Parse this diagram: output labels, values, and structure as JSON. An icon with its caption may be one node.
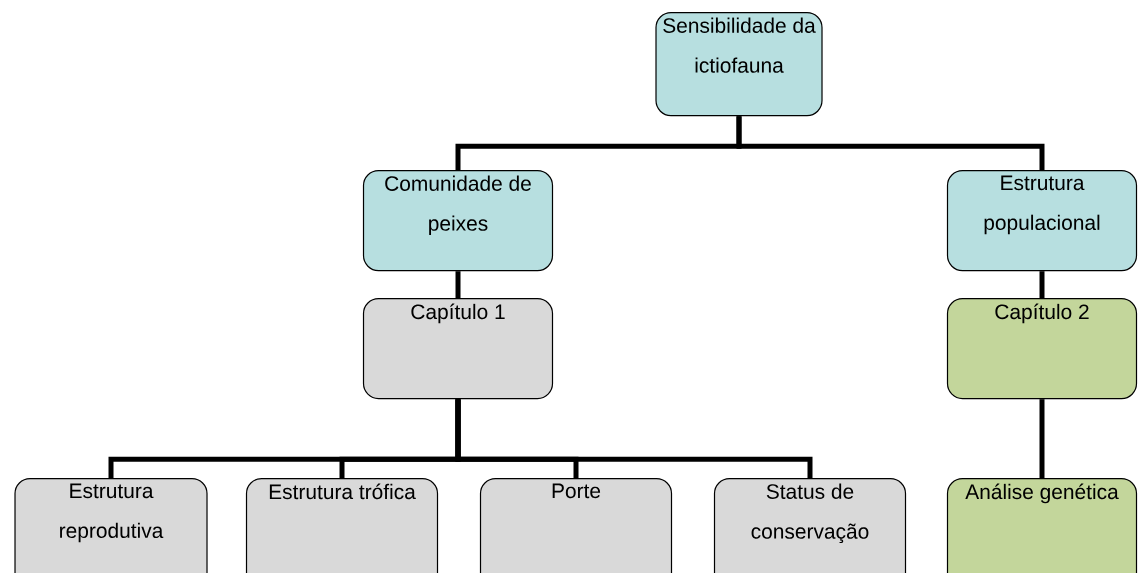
{
  "diagram": {
    "nodes": [
      {
        "text": [
          "Sensibilidade da ictiofauna"
        ]
      },
      {
        "text": [
          "Comunidade de peixes"
        ]
      },
      {
        "text": [
          "Estrutura populacional"
        ]
      },
      {
        "text": [
          "Capítulo 1"
        ]
      },
      {
        "text": [
          "Capítulo 2"
        ]
      },
      {
        "text": [
          "Estrutura reprodutiva"
        ]
      },
      {
        "text": [
          "Estrutura trófica"
        ]
      },
      {
        "text": [
          "Porte"
        ]
      },
      {
        "text": [
          "Status de conservação"
        ]
      },
      {
        "text": [
          "Análise genética"
        ]
      }
    ],
    "edges": [
      {
        "from": 0,
        "to": 1,
        "arrow": "none"
      },
      {
        "from": 0,
        "to": 2,
        "arrow": "none"
      },
      {
        "from": 1,
        "to": 3,
        "arrow": "none"
      },
      {
        "from": 2,
        "to": 4,
        "arrow": "none"
      },
      {
        "from": 3,
        "to": 5,
        "arrow": "none"
      },
      {
        "from": 3,
        "to": 6,
        "arrow": "none"
      },
      {
        "from": 3,
        "to": 7,
        "arrow": "none"
      },
      {
        "from": 3,
        "to": 8,
        "arrow": "none"
      },
      {
        "from": 4,
        "to": 9,
        "arrow": "none"
      }
    ]
  }
}
